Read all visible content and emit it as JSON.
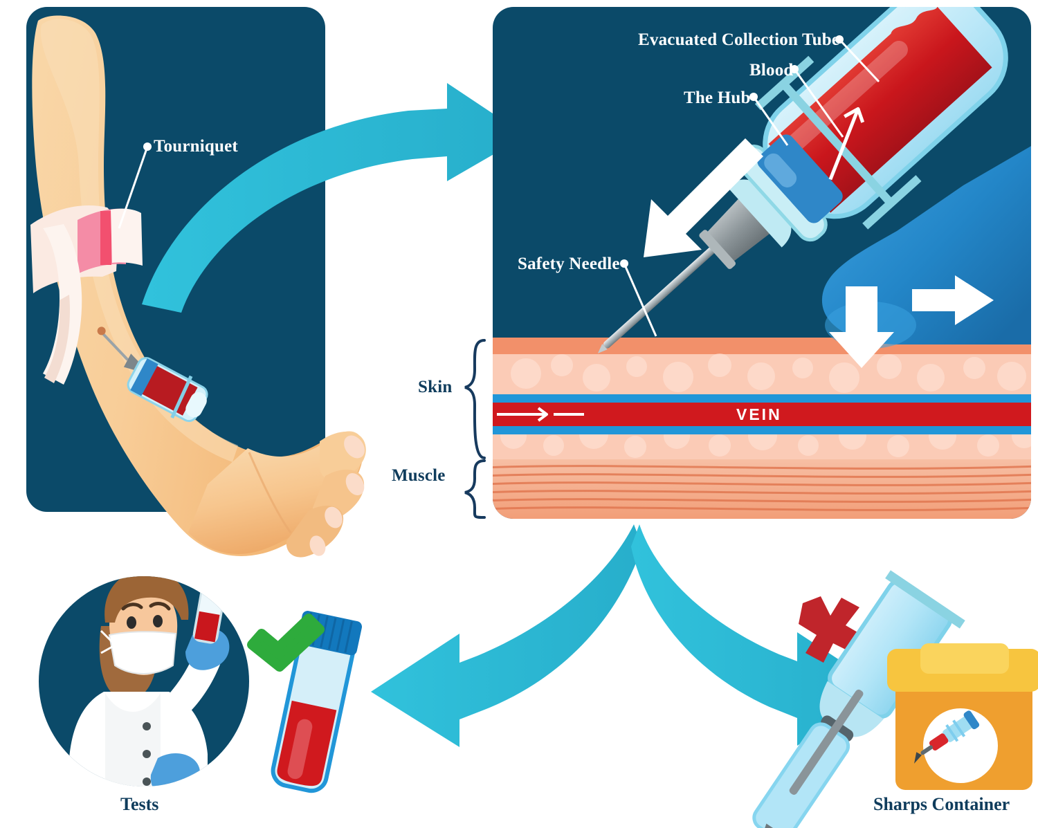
{
  "illustration": {
    "title": "Blood draw / venipuncture procedure vector illustration",
    "colors": {
      "panel_navy": "#0b4a69",
      "arrow_teal": "#2bb8d4",
      "label_navy": "#0f3c5c",
      "blood_red": "#d0191e",
      "blood_red_dark": "#b5171c",
      "skin_tone": "#f6c48c",
      "tissue_light": "#fbd7c4",
      "tissue_mid": "#f4a27a",
      "muscle": "#f2a183",
      "vein_outline": "#2196d8",
      "glove_blue": "#2386c8",
      "check_green": "#2eab3c",
      "cross_red": "#c0252b",
      "sharps_yellow": "#f0a93a",
      "sharps_lid": "#f7c53f",
      "tube_cap_blue": "#1278bd",
      "white": "#ffffff"
    }
  },
  "panels": {
    "arm_panel": {
      "name": "Arm with tourniquet panel",
      "labels": [
        {
          "text": "Tourniquet",
          "kind": "white-on-navy"
        }
      ]
    },
    "closeup_panel": {
      "name": "Needle in vein cross-section panel",
      "labels_white": [
        {
          "text": "Evacuated Collection Tube"
        },
        {
          "text": "Blood"
        },
        {
          "text": "The Hub"
        },
        {
          "text": "Safety Needle"
        }
      ],
      "labels_navy": [
        {
          "text": "Skin"
        },
        {
          "text": "Muscle"
        }
      ],
      "inline_labels": [
        {
          "text": "VEIN"
        }
      ]
    },
    "outcomes": {
      "name": "Outcome row",
      "items": [
        {
          "caption": "Tests",
          "marker": "check",
          "marker_glyph": "check-icon"
        },
        {
          "caption": "Sharps Container",
          "marker": "cross",
          "marker_glyph": "cross-icon"
        }
      ]
    }
  },
  "flow_arrows": [
    {
      "name": "arm-to-closeup",
      "direction": "right"
    },
    {
      "name": "closeup-to-tests",
      "direction": "left-down"
    },
    {
      "name": "closeup-to-sharps",
      "direction": "right-down"
    }
  ]
}
